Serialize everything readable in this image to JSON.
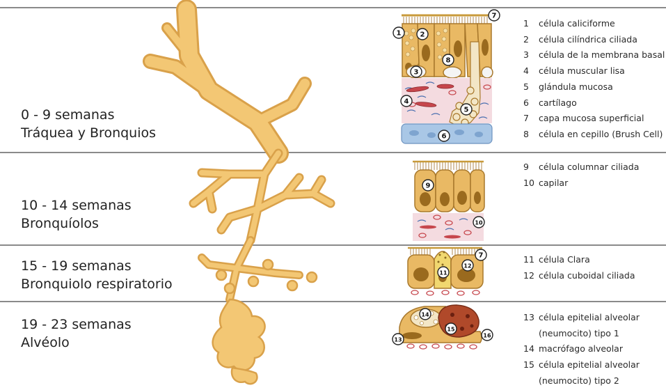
{
  "stages": [
    {
      "weeks": "0 - 9 semanas",
      "name": "Tráquea y Bronquios"
    },
    {
      "weeks": "10 - 14 semanas",
      "name": "Bronquíolos"
    },
    {
      "weeks": "15 - 19 semanas",
      "name": "Bronquiolo respiratorio"
    },
    {
      "weeks": "19 - 23 semanas",
      "name": "Alvéolo"
    }
  ],
  "legend": [
    {
      "num": "1",
      "text": "célula caliciforme"
    },
    {
      "num": "2",
      "text": "célula cilíndrica ciliada"
    },
    {
      "num": "3",
      "text": "célula de la membrana basal"
    },
    {
      "num": "4",
      "text": "célula muscular lisa"
    },
    {
      "num": "5",
      "text": "glándula mucosa"
    },
    {
      "num": "6",
      "text": "cartílago"
    },
    {
      "num": "7",
      "text": "capa mucosa superficial"
    },
    {
      "num": "8",
      "text": "célula en cepillo (Brush Cell)"
    },
    {
      "num": "9",
      "text": "célula columnar ciliada"
    },
    {
      "num": "10",
      "text": "capilar"
    },
    {
      "num": "11",
      "text": "célula Clara"
    },
    {
      "num": "12",
      "text": "célula cuboidal ciliada"
    },
    {
      "num": "13",
      "text": "célula epitelial alveolar",
      "cont": "(neumocito) tipo 1"
    },
    {
      "num": "14",
      "text": "macrófago alveolar"
    },
    {
      "num": "15",
      "text": "célula epitelial alveolar",
      "cont": "(neumocito) tipo 2"
    }
  ],
  "markers": [
    "1",
    "2",
    "3",
    "4",
    "5",
    "6",
    "7",
    "8",
    "9",
    "10",
    "11",
    "12",
    "13",
    "14",
    "15",
    "16"
  ],
  "colors": {
    "airway": "#f3c774",
    "airway_edge": "#d9a14a",
    "cell_fill": "#e9b964",
    "cell_edge": "#a8782c",
    "nucleus": "#9a6a1e",
    "tissue": "#f4dbe0",
    "cartilage": "#a9c7e6",
    "muscle": "#c6464c",
    "divider": "#8a8a8a"
  }
}
